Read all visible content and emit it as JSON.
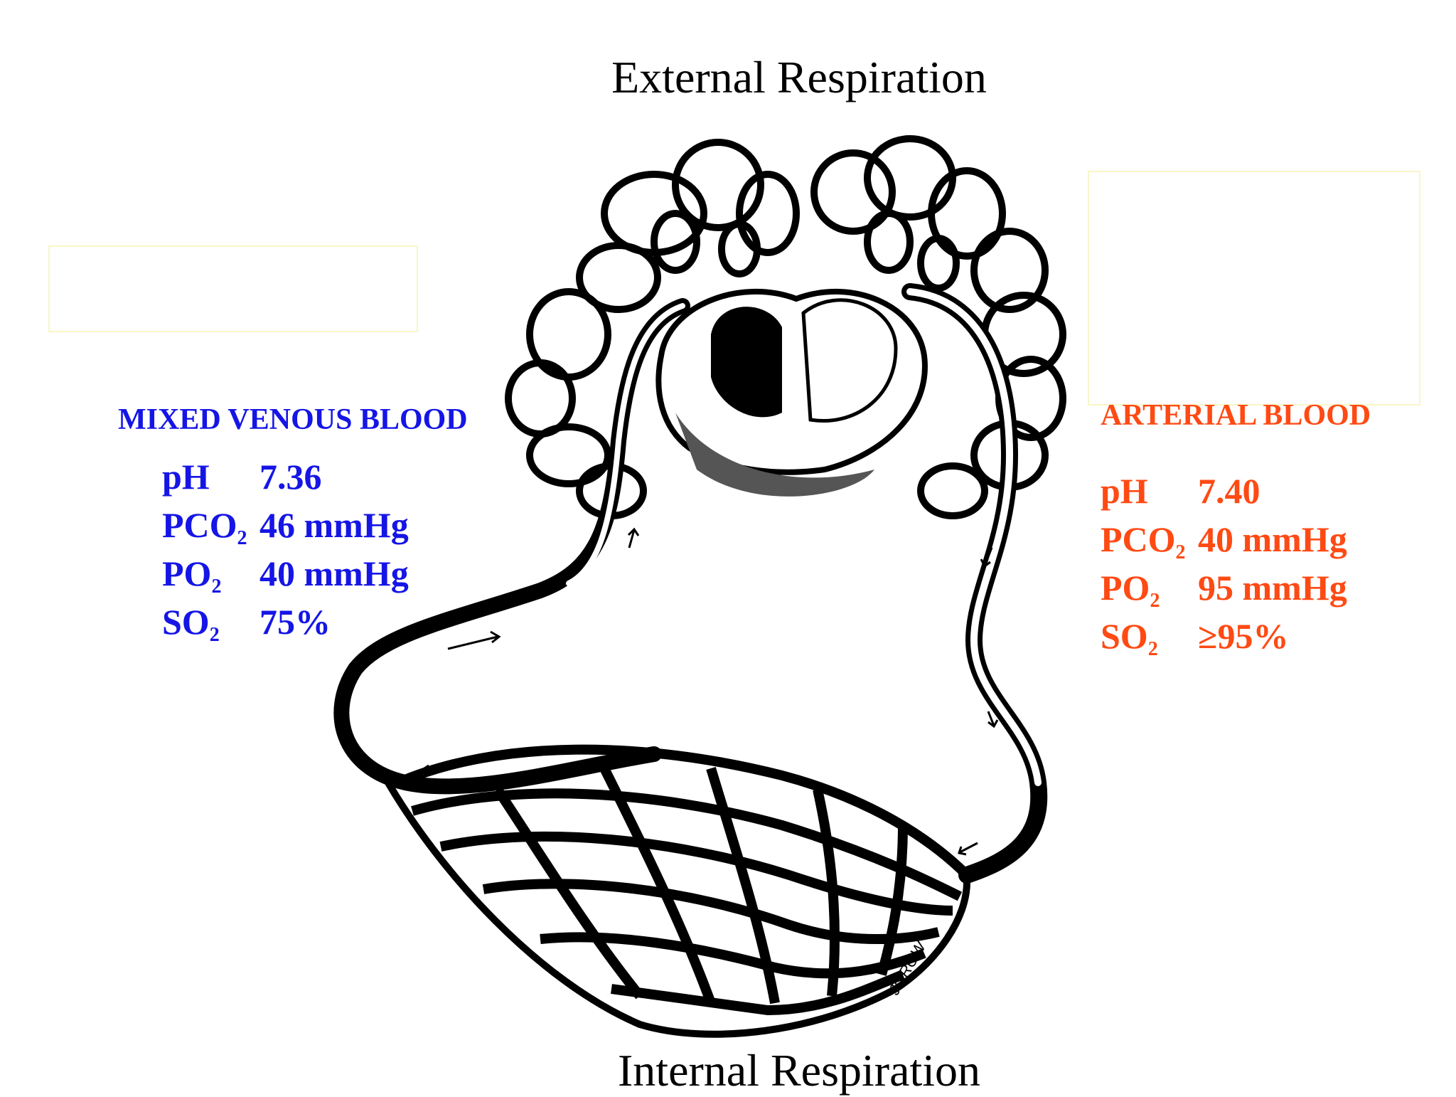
{
  "titles": {
    "top": "External Respiration",
    "bottom": "Internal Respiration"
  },
  "venous": {
    "heading": "MIXED VENOUS BLOOD",
    "color": "#1515e6",
    "rows": [
      {
        "label": "pH",
        "sub": "",
        "value": "7.36"
      },
      {
        "label": "PCO",
        "sub": "2",
        "value": "46 mmHg"
      },
      {
        "label": "PO",
        "sub": "2",
        "value": "40 mmHg"
      },
      {
        "label": "SO",
        "sub": "2",
        "value": "75%"
      }
    ]
  },
  "arterial": {
    "heading": "ARTERIAL BLOOD",
    "color": "#ff4a14",
    "rows": [
      {
        "label": "pH",
        "sub": "",
        "value": "7.40"
      },
      {
        "label": "PCO",
        "sub": "2",
        "value": "40 mmHg"
      },
      {
        "label": "PO",
        "sub": "2",
        "value": "95 mmHg"
      },
      {
        "label": "SO",
        "sub": "2",
        "value": "≥95%"
      }
    ]
  },
  "illustration": {
    "signature": "JGROW"
  }
}
